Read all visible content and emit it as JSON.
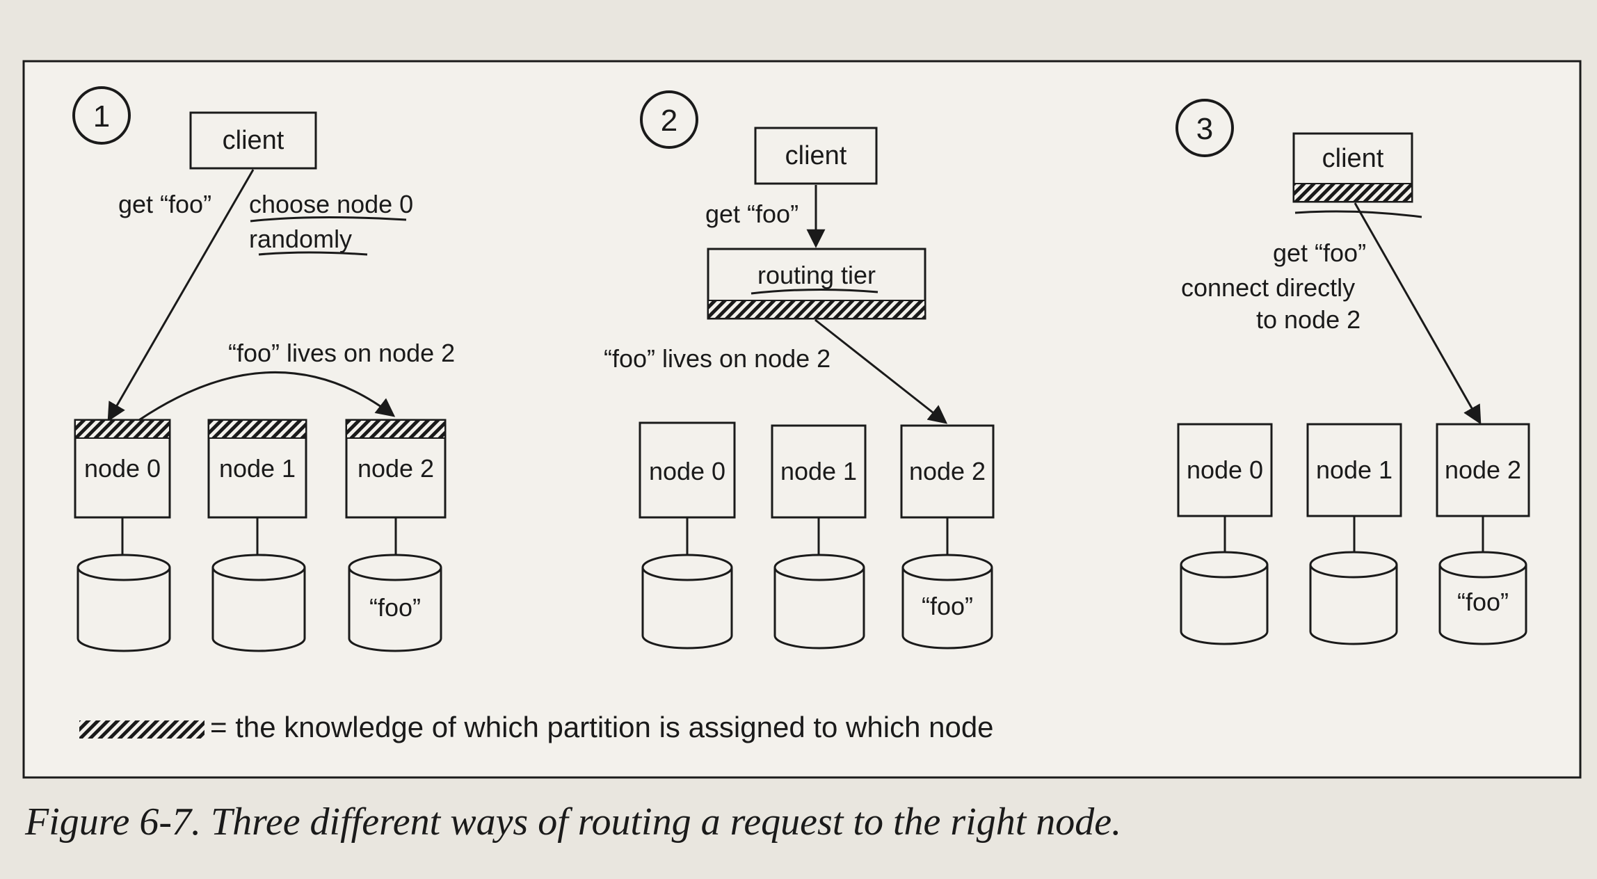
{
  "colors": {
    "paper": "#e9e6df",
    "frame_bg": "#f3f1ec",
    "ink": "#1a1a1a"
  },
  "diagram": {
    "step1": {
      "number": "1",
      "client": "client",
      "request": "get “foo”",
      "note_line1": "choose node 0",
      "note_line2": "randomly",
      "forward_note": "“foo” lives on node 2",
      "nodes": [
        "node 0",
        "node 1",
        "node 2"
      ],
      "store_label": "“foo”"
    },
    "step2": {
      "number": "2",
      "client": "client",
      "request": "get “foo”",
      "routing": "routing tier",
      "forward_note": "“foo” lives on node 2",
      "nodes": [
        "node 0",
        "node 1",
        "node 2"
      ],
      "store_label": "“foo”"
    },
    "step3": {
      "number": "3",
      "client": "client",
      "request": "get “foo”",
      "note_line1": "connect directly",
      "note_line2": "to node 2",
      "nodes": [
        "node 0",
        "node 1",
        "node 2"
      ],
      "store_label": "“foo”"
    },
    "legend": "= the knowledge of which partition is assigned to which node"
  },
  "caption": "Figure 6-7. Three different ways of routing a request to the right node."
}
